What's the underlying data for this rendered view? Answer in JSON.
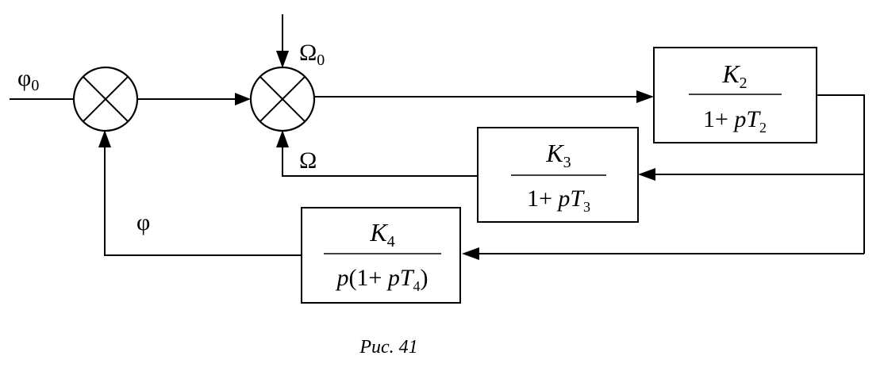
{
  "signals": {
    "phi0": "φ",
    "phi0_sub": "0",
    "Omega0": "Ω",
    "Omega0_sub": "0",
    "Omega": "Ω",
    "phi": "φ"
  },
  "blocks": {
    "b2": {
      "num_K": "K",
      "num_sub": "2",
      "den_main": "1+ ",
      "den_p": "p",
      "den_T": "T",
      "den_sub": "2",
      "den_tail": ""
    },
    "b3": {
      "num_K": "K",
      "num_sub": "3",
      "den_main": "1+ ",
      "den_p": "p",
      "den_T": "T",
      "den_sub": "3",
      "den_tail": ""
    },
    "b4": {
      "num_K": "K",
      "num_sub": "4",
      "den_p_outer": "p",
      "den_open": "(1+ ",
      "den_p": "p",
      "den_T": "T",
      "den_sub": "4",
      "den_close": ")"
    }
  },
  "caption": "Рис. 41"
}
